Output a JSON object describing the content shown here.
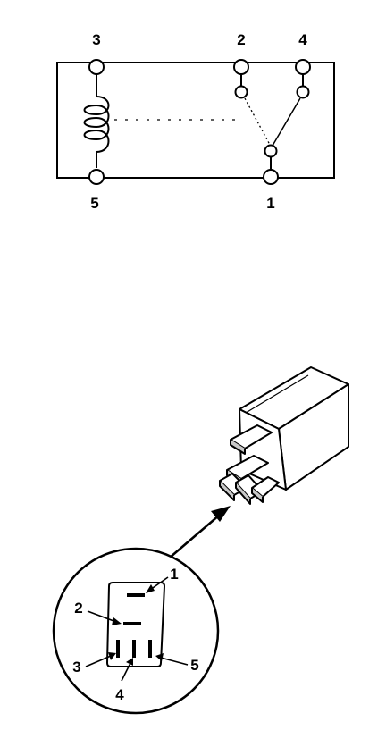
{
  "schematic": {
    "terminal_labels": {
      "t3": "3",
      "t5": "5",
      "t2": "2",
      "t4": "4",
      "t1": "1"
    }
  },
  "connector_view": {
    "pin_labels": {
      "p1": "1",
      "p2": "2",
      "p3": "3",
      "p4": "4",
      "p5": "5"
    }
  },
  "colors": {
    "ink": "#000000",
    "paper": "#ffffff",
    "shade": "#c8c8c8"
  }
}
